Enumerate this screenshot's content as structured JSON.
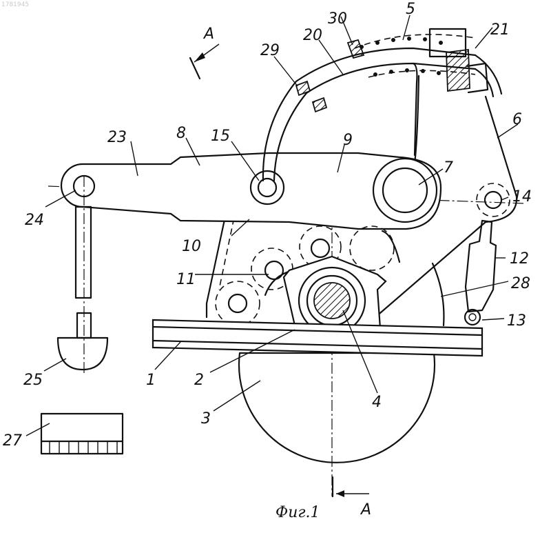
{
  "corner_id": "1781945",
  "caption": "Фиг.1",
  "section_mark": "А",
  "labels": [
    "1",
    "2",
    "3",
    "4",
    "5",
    "6",
    "7",
    "8",
    "9",
    "10",
    "11",
    "12",
    "13",
    "14",
    "15",
    "20",
    "21",
    "23",
    "24",
    "25",
    "27",
    "28",
    "29",
    "30"
  ]
}
